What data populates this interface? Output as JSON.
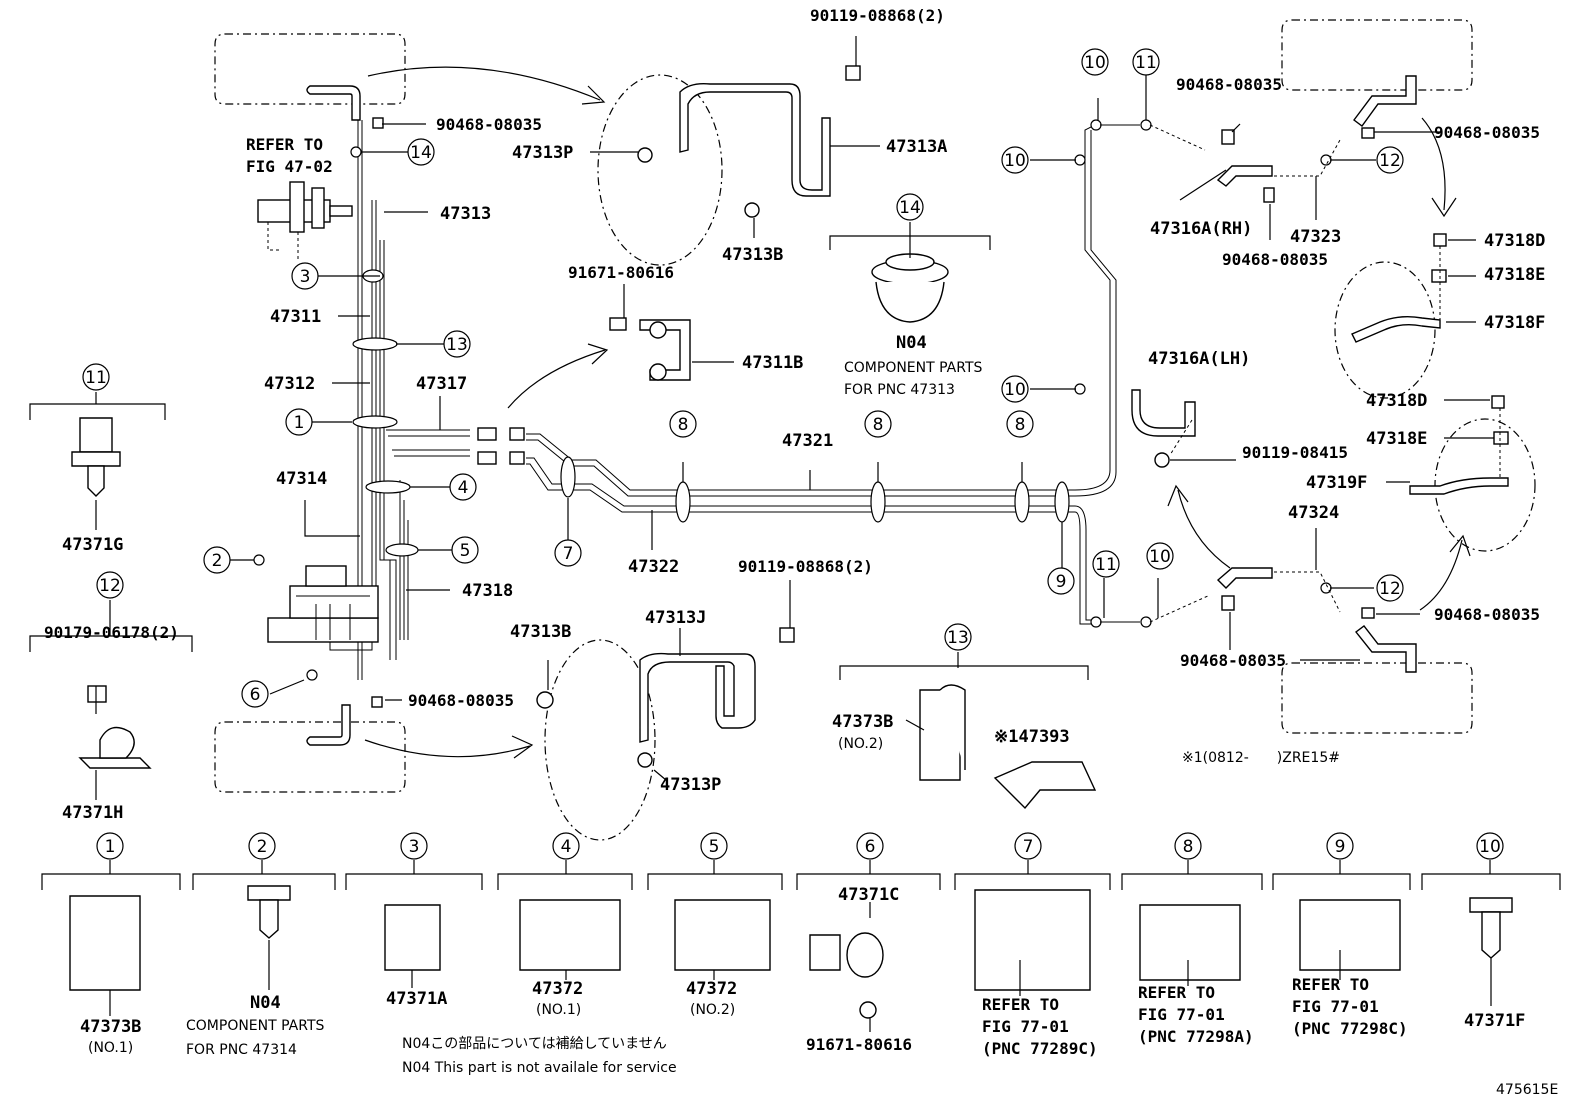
{
  "labels": {
    "p90119_08868_top": "90119-08868(2)",
    "p90468_08035_a": "90468-08035",
    "p47313P_top": "47313P",
    "p47313A": "47313A",
    "p47313B_top": "47313B",
    "refer_to": "REFER TO",
    "fig_47_02": "FIG 47-02",
    "p47313": "47313",
    "p47311": "47311",
    "p47312": "47312",
    "p47317": "47317",
    "p91671_80616_top": "91671-80616",
    "p47311B": "47311B",
    "n04_top": "N04",
    "component_parts": "COMPONENT PARTS",
    "for_pnc_47313": "FOR PNC 47313",
    "p47321": "47321",
    "p47314": "47314",
    "p47318": "47318",
    "p47322": "47322",
    "p90119_08868_bot": "90119-08868(2)",
    "p47313B_bot": "47313B",
    "p47313J": "47313J",
    "p90468_08035_b": "90468-08035",
    "p47313P_bot": "47313P",
    "p47371G": "47371G",
    "p90179_06178": "90179-06178(2)",
    "p47371H": "47371H",
    "p90468_08035_c": "90468-08035",
    "p47316A_RH": "47316A(RH)",
    "p47323": "47323",
    "p90468_08035_d": "90468-08035",
    "p90468_08035_e": "90468-08035",
    "p47318D_1": "47318D",
    "p47318E_1": "47318E",
    "p47318F": "47318F",
    "p47316A_LH": "47316A(LH)",
    "p47318D_2": "47318D",
    "p47318E_2": "47318E",
    "p90119_08415": "90119-08415",
    "p47319F": "47319F",
    "p47324": "47324",
    "p90468_08035_f": "90468-08035",
    "p90468_08035_g": "90468-08035",
    "p47373B_mid": "47373B",
    "no2_mid": "(NO.2)",
    "p47393": "※147393",
    "note_zre": "※1(0812-　　)ZRE15#",
    "p47373B_bot": "47373B",
    "no1_bot": "(NO.1)",
    "n04_bot": "N04",
    "component_parts_bot": "COMPONENT PARTS",
    "for_pnc_47314": "FOR PNC 47314",
    "p47371A": "47371A",
    "p47372_1": "47372",
    "no1_47372": "(NO.1)",
    "p47372_2": "47372",
    "no2_47372": "(NO.2)",
    "p47371C": "47371C",
    "p91671_80616_bot": "91671-80616",
    "refer_to_7": "REFER TO",
    "fig_77_01_7": "FIG 77-01",
    "pnc_77289C": "(PNC 77289C)",
    "refer_to_8": "REFER TO",
    "fig_77_01_8": "FIG 77-01",
    "pnc_77298A": "(PNC 77298A)",
    "refer_to_9": "REFER TO",
    "fig_77_01_9": "FIG 77-01",
    "pnc_77298C": "(PNC 77298C)",
    "p47371F": "47371F",
    "note_jp": "N04この部品については補給していません",
    "note_en": "N04 This part is not availale for service",
    "figure_id": "475615E"
  },
  "callouts": {
    "n1": "1",
    "n2": "2",
    "n3": "3",
    "n4": "4",
    "n5": "5",
    "n6": "6",
    "n7": "7",
    "n8": "8",
    "n9": "9",
    "n10": "10",
    "n11": "11",
    "n12": "12",
    "n13": "13",
    "n14": "14"
  }
}
